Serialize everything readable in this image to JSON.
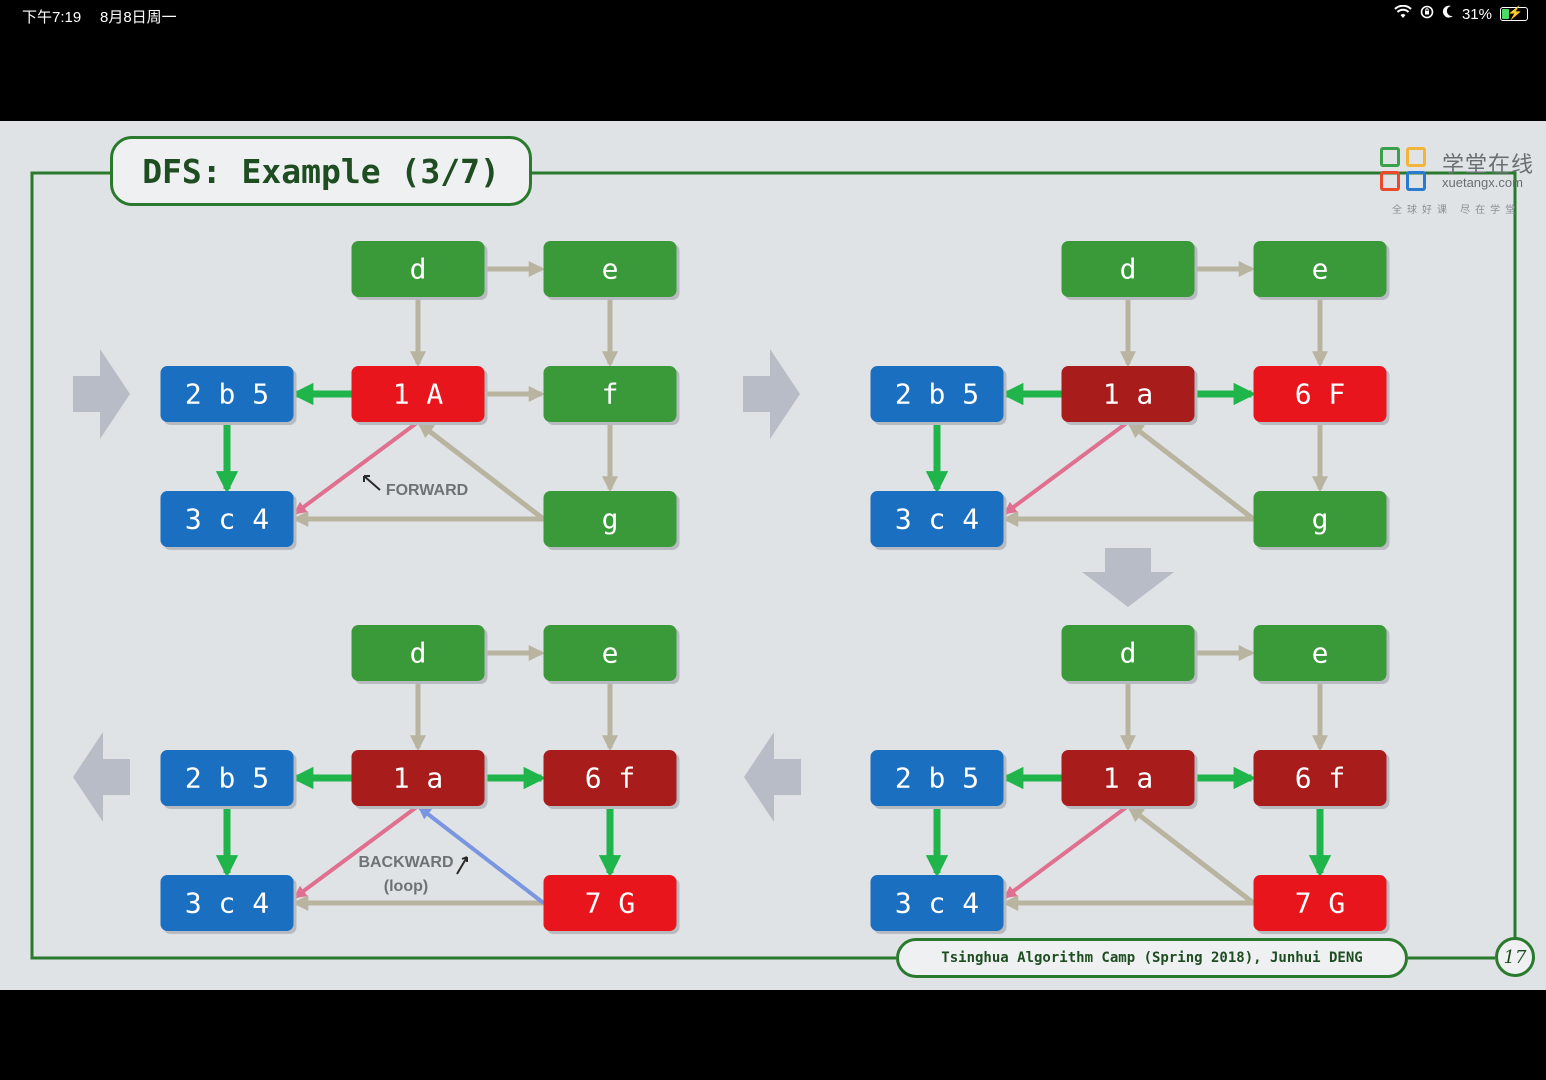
{
  "status_bar": {
    "time": "下午7:19",
    "date": "8月8日周一",
    "battery": "31%",
    "battery_level": 0.31
  },
  "slide": {
    "title": "DFS: Example (3/7)",
    "footer": "Tsinghua Algorithm Camp (Spring 2018), Junhui DENG",
    "page": "17",
    "logo": {
      "name": "学堂在线",
      "url": "xuetangx.com",
      "slogan": "全球好课 尽在学堂"
    },
    "colors": {
      "tree_edge": "#1fb54a",
      "unvisited_edge": "#b9b4a0",
      "forward_edge": "#e0708f",
      "backward_edge": "#7a96e0",
      "blue_node": "#1a6fc0",
      "green_node": "#3a9a3a",
      "red_node": "#e8161c",
      "darkred_node": "#a91c1c",
      "step_arrow": "#b8bcc6"
    },
    "panels": [
      {
        "id": "top-left",
        "nodes": {
          "d": {
            "label": "d",
            "state": "green"
          },
          "e": {
            "label": "e",
            "state": "green"
          },
          "b": {
            "label": "2 b 5",
            "state": "blue"
          },
          "a": {
            "label": "1 A",
            "state": "red"
          },
          "f": {
            "label": "f",
            "state": "green"
          },
          "c": {
            "label": "3 c 4",
            "state": "blue"
          },
          "g": {
            "label": "g",
            "state": "green"
          }
        },
        "edges": {
          "af": "unvisited",
          "fg": "unvisited"
        },
        "annotations": [
          {
            "text": "FORWARD"
          }
        ]
      },
      {
        "id": "top-right",
        "nodes": {
          "d": {
            "label": "d",
            "state": "green"
          },
          "e": {
            "label": "e",
            "state": "green"
          },
          "b": {
            "label": "2 b 5",
            "state": "blue"
          },
          "a": {
            "label": "1 a",
            "state": "darkred"
          },
          "f": {
            "label": "6 F",
            "state": "red"
          },
          "c": {
            "label": "3 c 4",
            "state": "blue"
          },
          "g": {
            "label": "g",
            "state": "green"
          }
        },
        "edges": {
          "af": "tree",
          "fg": "unvisited"
        },
        "annotations": []
      },
      {
        "id": "bottom-left",
        "nodes": {
          "d": {
            "label": "d",
            "state": "green"
          },
          "e": {
            "label": "e",
            "state": "green"
          },
          "b": {
            "label": "2 b 5",
            "state": "blue"
          },
          "a": {
            "label": "1 a",
            "state": "darkred"
          },
          "f": {
            "label": "6 f",
            "state": "darkred"
          },
          "c": {
            "label": "3 c 4",
            "state": "blue"
          },
          "g": {
            "label": "7 G",
            "state": "red"
          }
        },
        "edges": {
          "af": "tree",
          "fg": "tree",
          "ga": "backward"
        },
        "annotations": [
          {
            "text": "BACKWARD"
          },
          {
            "text": "(loop)"
          }
        ]
      },
      {
        "id": "bottom-right",
        "nodes": {
          "d": {
            "label": "d",
            "state": "green"
          },
          "e": {
            "label": "e",
            "state": "green"
          },
          "b": {
            "label": "2 b 5",
            "state": "blue"
          },
          "a": {
            "label": "1 a",
            "state": "darkred"
          },
          "f": {
            "label": "6 f",
            "state": "darkred"
          },
          "c": {
            "label": "3 c 4",
            "state": "blue"
          },
          "g": {
            "label": "7 G",
            "state": "red"
          }
        },
        "edges": {
          "af": "tree",
          "fg": "tree",
          "ga": "unvisited"
        },
        "annotations": []
      }
    ]
  }
}
